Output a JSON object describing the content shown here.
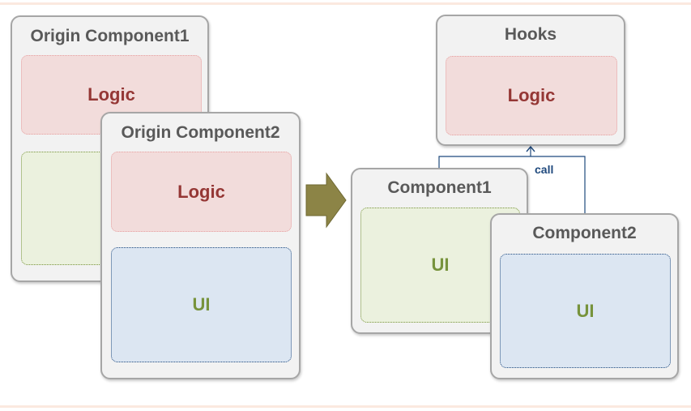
{
  "origin1": {
    "title": "Origin Component1",
    "logic": "Logic"
  },
  "origin2": {
    "title": "Origin Component2",
    "logic": "Logic",
    "ui": "UI"
  },
  "hooks": {
    "title": "Hooks",
    "logic": "Logic"
  },
  "component1": {
    "title": "Component1",
    "ui": "UI"
  },
  "component2": {
    "title": "Component2",
    "ui": "UI"
  },
  "connector": {
    "label": "call"
  },
  "colors": {
    "box_fill": "#f2f2f2",
    "box_border": "#a6a6a6",
    "logic_fill": "#f2dcdb",
    "logic_text": "#953735",
    "ui_green_fill": "#ebf1de",
    "ui_blue_fill": "#dce6f2",
    "ui_text": "#77933c",
    "arrow": "#8c8446",
    "connector": "#1f497d"
  }
}
